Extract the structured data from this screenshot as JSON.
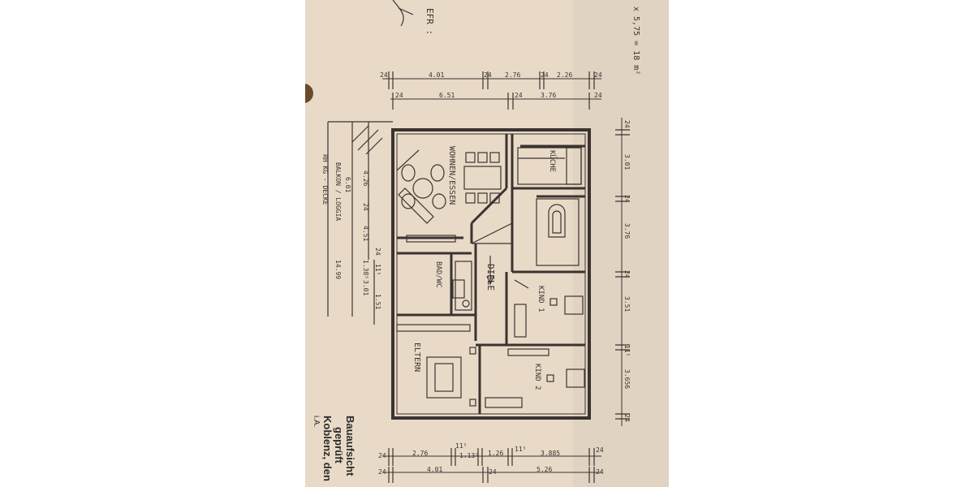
{
  "top_note": {
    "text": "EFR :",
    "formula": "x 5,75 = 18 m²"
  },
  "rooms": {
    "wohnen": "WOHNEN/ESSEN",
    "kueche": "KÜCHE",
    "diele": "DIELE",
    "bad": "BAD/WC",
    "kind1": "KIND 1",
    "kind2": "KIND 2",
    "eltern": "ELTERN"
  },
  "side_labels": {
    "balkon": "BALKON / LOGGIA",
    "decke": "RH KG - DECKE"
  },
  "dims_top_outer": [
    "24",
    "4.01",
    "24",
    "2.76",
    "24",
    "2.26",
    "24"
  ],
  "dims_top_inner": [
    "24",
    "6.51",
    "24",
    "3.76",
    "24"
  ],
  "dims_right": [
    "24",
    "3.01",
    "24",
    "3.76",
    "24",
    "3.51",
    "11⁵",
    "3.656",
    "24"
  ],
  "dims_left": [
    "6.01",
    "4.26",
    "24",
    "4.51",
    "24",
    "1.38⁵",
    "11⁵",
    "3.01",
    "1.51",
    "14.99"
  ],
  "dims_bottom_inner": [
    "24",
    "2.76",
    "11⁵",
    "1.13⁵",
    "1.26",
    "11⁵",
    "3.885",
    "24"
  ],
  "dims_bottom_outer": [
    "24",
    "4.01",
    "24",
    "5.26",
    "24"
  ],
  "stamp": [
    "Bauaufsicht",
    "geprüft",
    "Koblenz, den"
  ],
  "stamp_extra": "i.A."
}
